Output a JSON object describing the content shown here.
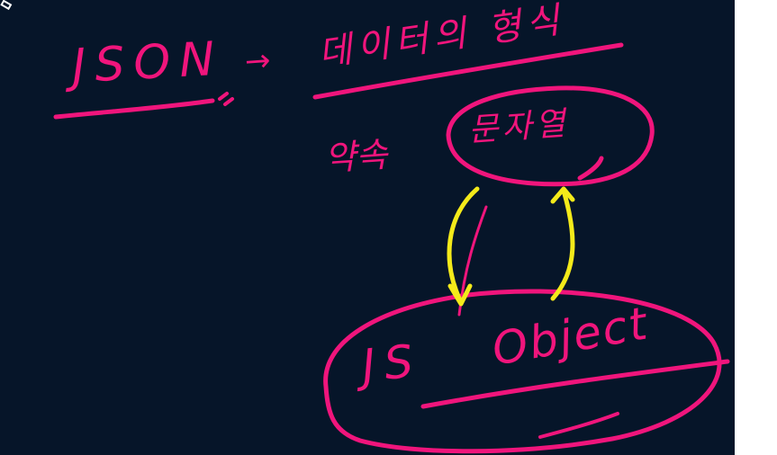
{
  "board": {
    "background": "#061529",
    "ink_colors": {
      "pink": "#f0157c",
      "yellow": "#f4ea1a"
    }
  },
  "notes": {
    "json": "JSON",
    "arrow": "→",
    "data_format": "데이터의 형식",
    "promise": "약속",
    "string": "문자열",
    "js": "JS",
    "object": "Object"
  },
  "cursor": {
    "icon": "pen-cursor-icon"
  }
}
